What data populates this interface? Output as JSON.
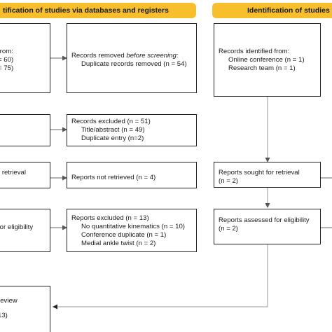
{
  "banners": {
    "left": "tification of studies via databases and registers",
    "right": "Identification of studies vi"
  },
  "boxes": {
    "left_identified": {
      "line1": "from:",
      "line2": "= 60)",
      "line3": "= 75)"
    },
    "removed": {
      "heading_prefix": "Records removed ",
      "heading_em": "before screening",
      "heading_suffix": ":",
      "line1": "Duplicate records removed (n = 54)"
    },
    "other_identified": {
      "heading": "Records identified from:",
      "line1": "Online conference (n = 1)",
      "line2": "Research team (n = 1)"
    },
    "excluded": {
      "heading": "Records excluded (n = 51)",
      "line1": "Title/abstract (n = 49)",
      "line2": "Duplicate entry (n=2)"
    },
    "left_retrieval": {
      "line1": "r retrieval"
    },
    "not_retrieved": {
      "heading": "Reports not retrieved (n = 4)"
    },
    "sought": {
      "heading": "Reports sought for retrieval",
      "line1": "(n = 2)"
    },
    "left_eligibility": {
      "line1": "for eligibility"
    },
    "reports_excluded": {
      "heading": "Reports excluded (n = 13)",
      "line1": "No quantitative kinematics (n = 10)",
      "line2": "Conference duplicate (n = 1)",
      "line3": "Medial ankle twist (n = 2)"
    },
    "assessed": {
      "heading": "Reports assessed for eligibility",
      "line1": "(n = 2)"
    },
    "included": {
      "line1": "review",
      "line2": "13)"
    }
  }
}
